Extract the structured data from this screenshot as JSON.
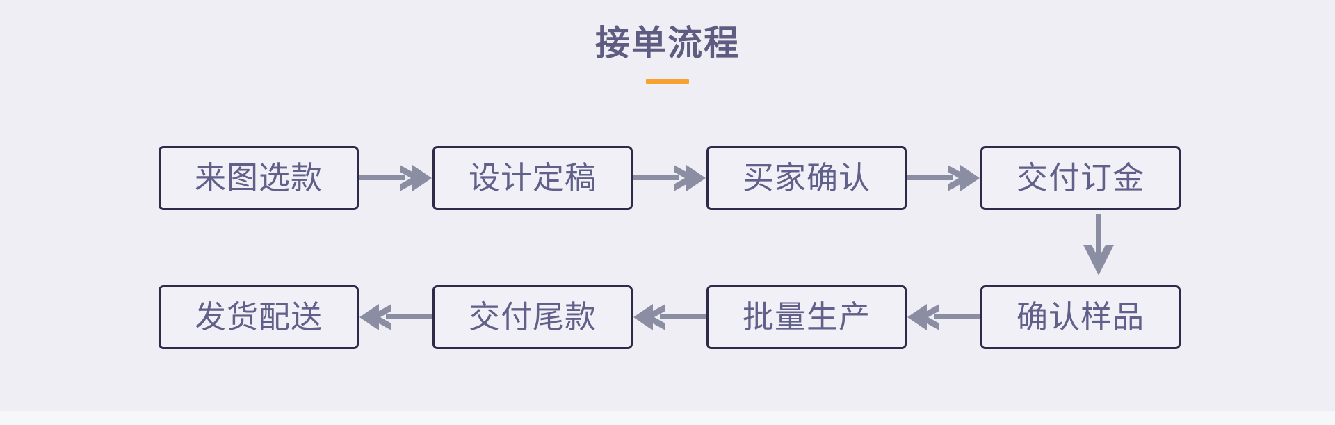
{
  "page": {
    "background_color": "#EFEEF5",
    "footer_color": "#F6F7F9"
  },
  "title": {
    "text": "接单流程",
    "color": "#5E5C80",
    "accent_color": "#F5A32E"
  },
  "diagram_data": {
    "type": "flowchart",
    "title": "接单流程",
    "node_border_color": "#2E2B4A",
    "node_text_color": "#60608A",
    "arrow_color": "#8B8DA3",
    "rows": [
      {
        "direction": "right",
        "nodes": [
          "来图选款",
          "设计定稿",
          "买家确认",
          "交付订金"
        ]
      },
      {
        "direction": "left",
        "nodes": [
          "发货配送",
          "交付尾款",
          "批量生产",
          "确认样品"
        ]
      }
    ],
    "connectors": [
      {
        "from": "来图选款",
        "to": "设计定稿",
        "icon": "arrow-right-icon"
      },
      {
        "from": "设计定稿",
        "to": "买家确认",
        "icon": "arrow-right-icon"
      },
      {
        "from": "买家确认",
        "to": "交付订金",
        "icon": "arrow-right-icon"
      },
      {
        "from": "交付订金",
        "to": "确认样品",
        "icon": "arrow-down-icon"
      },
      {
        "from": "确认样品",
        "to": "批量生产",
        "icon": "arrow-left-icon"
      },
      {
        "from": "批量生产",
        "to": "交付尾款",
        "icon": "arrow-left-icon"
      },
      {
        "from": "交付尾款",
        "to": "发货配送",
        "icon": "arrow-left-icon"
      }
    ],
    "sequence": [
      "来图选款",
      "设计定稿",
      "买家确认",
      "交付订金",
      "确认样品",
      "批量生产",
      "交付尾款",
      "发货配送"
    ]
  }
}
